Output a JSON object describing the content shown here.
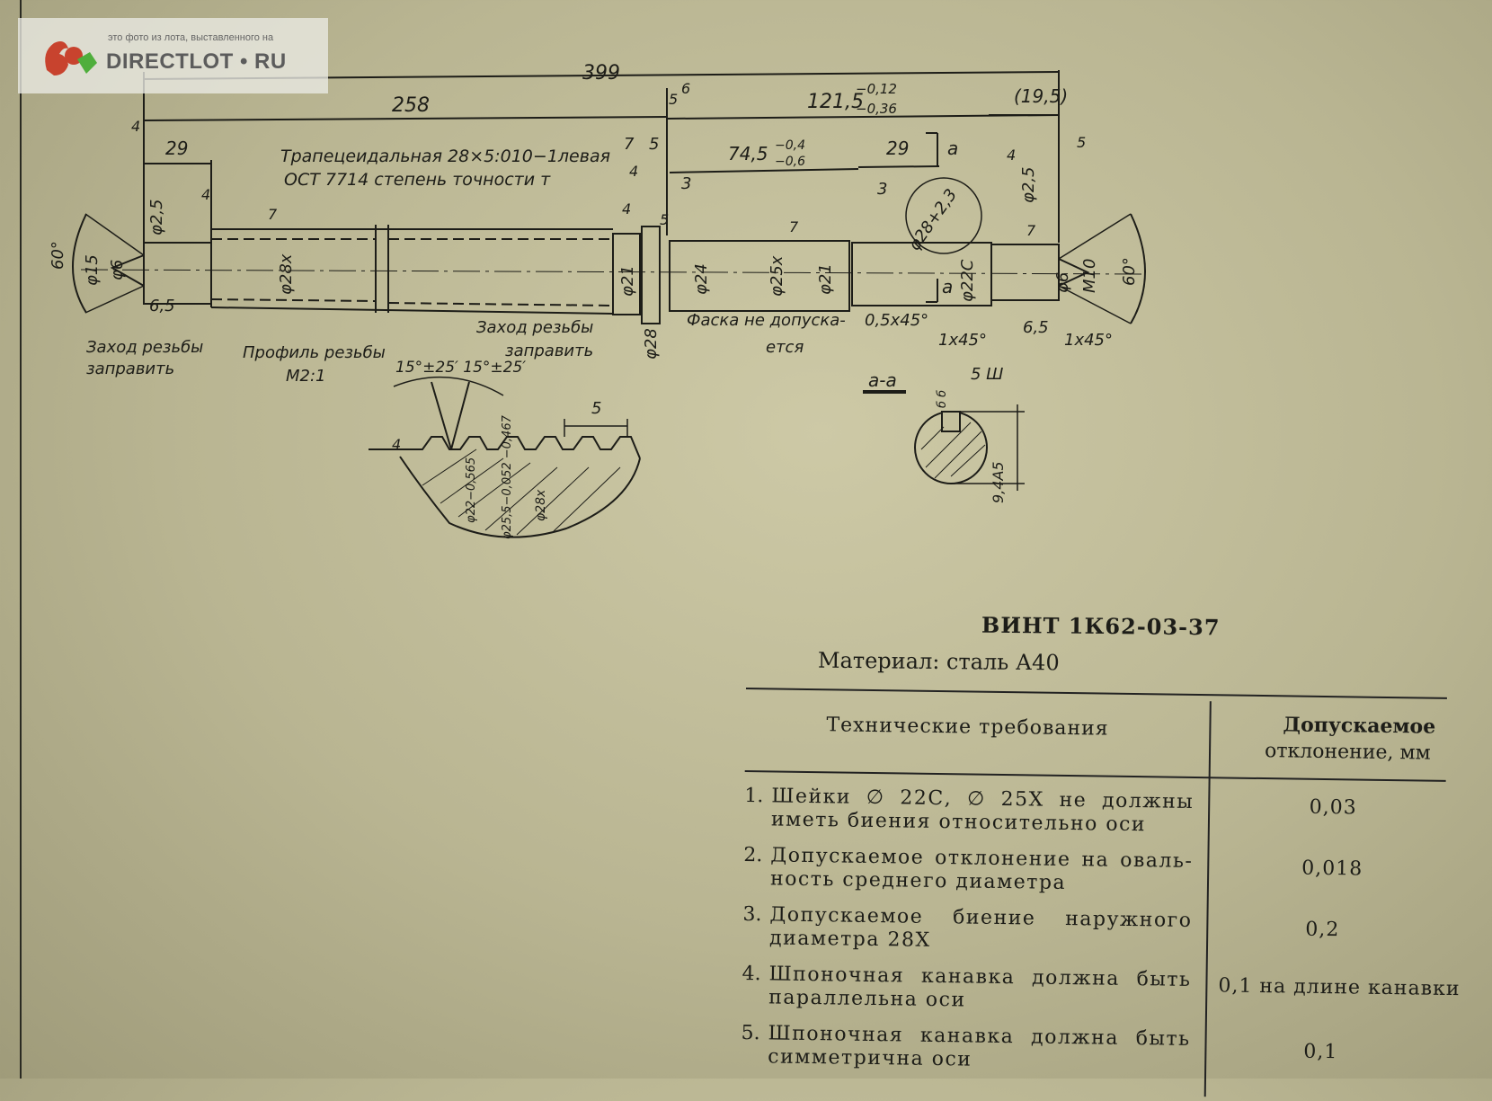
{
  "watermark": {
    "caption": "это фото из лота, выставленного на",
    "brand": "DIRECTLOT • RU"
  },
  "drawing": {
    "dims": {
      "overall": "399",
      "thread_len": "258",
      "right_len": "121,5",
      "right_tol_top": "−0,12",
      "right_tol_bot": "−0,36",
      "end_len": "(19,5)",
      "left_step": "29",
      "mid_len": "74,5",
      "mid_tol_top": "−0,4",
      "mid_tol_bot": "−0,6",
      "key_len": "29",
      "gap_3a": "3",
      "gap_3b": "3",
      "gap_7": "7",
      "gap_5": "5",
      "len_65_left": "6,5",
      "len_65_right": "6,5",
      "pitch": "5",
      "key_width": "5 Ш"
    },
    "diameters": {
      "d15": "φ15",
      "d6_left": "φ6",
      "d25_left": "φ2,5",
      "d28x": "φ28x",
      "d21a": "φ21",
      "d28": "φ28",
      "d24": "φ24",
      "d25x": "φ25x",
      "d21b": "φ21",
      "d22c": "φ22C",
      "d6_right": "φ6",
      "m10": "M10",
      "d25_right": "φ2,5",
      "d28_section": "φ28+2,3"
    },
    "angles": {
      "left": "60°",
      "right": "60°"
    },
    "chamfers": {
      "c1": "0,5x45°",
      "c2": "1x45°",
      "c3": "1x45°"
    },
    "roughness": [
      "4",
      "4",
      "7",
      "4",
      "4",
      "5",
      "7",
      "4",
      "7",
      "4",
      "5",
      "6",
      "5"
    ],
    "notes": {
      "thread_spec_1": "Трапецеидальная 28×5:010−1левая",
      "thread_spec_2": "ОСТ 7714 степень точности т",
      "thread_entry_left_1": "Заход резьбы",
      "thread_entry_left_2": "заправить",
      "thread_profile_1": "Профиль резьбы",
      "thread_profile_2": "М2:1",
      "thread_entry_mid_1": "Заход резьбы",
      "thread_entry_mid_2": "заправить",
      "no_chamfer_1": "Фаска не допуска-",
      "no_chamfer_2": "ется",
      "section_mark": "а",
      "section_label": "а-а",
      "profile_angles": "15°±25′ 15°±25′",
      "profile_d22": "φ22−0,565",
      "profile_d255": "φ25,5−0,052 −0,467",
      "profile_d28x": "φ28x",
      "key_depth": "9,4A5",
      "key_tol": "б б"
    }
  },
  "title": "ВИНТ 1К62-03-37",
  "material": "Материал:  сталь  А40",
  "table": {
    "header_left": "Технические  требования",
    "header_right_1": "Допускаемое",
    "header_right_2": "отклонение,  мм",
    "rows": [
      {
        "num": "1.",
        "line1": "Шейки  ∅  22С,  ∅  25Х  не  должны",
        "line2": "иметь  биения  относительно  оси",
        "value": "0,03"
      },
      {
        "num": "2.",
        "line1": "Допускаемое  отклонение  на  оваль-",
        "line2": "ность  среднего  диаметра",
        "value": "0,018"
      },
      {
        "num": "3.",
        "line1": "Допускаемое    биение    наружного",
        "line2": "диаметра  28Х",
        "value": "0,2"
      },
      {
        "num": "4.",
        "line1": "Шпоночная  канавка  должна  быть",
        "line2": "параллельна  оси",
        "value": "0,1  на  длине  канавки"
      },
      {
        "num": "5.",
        "line1": "Шпоночная  канавка  должна  быть",
        "line2": "симметрична  оси",
        "value": "0,1"
      }
    ]
  }
}
